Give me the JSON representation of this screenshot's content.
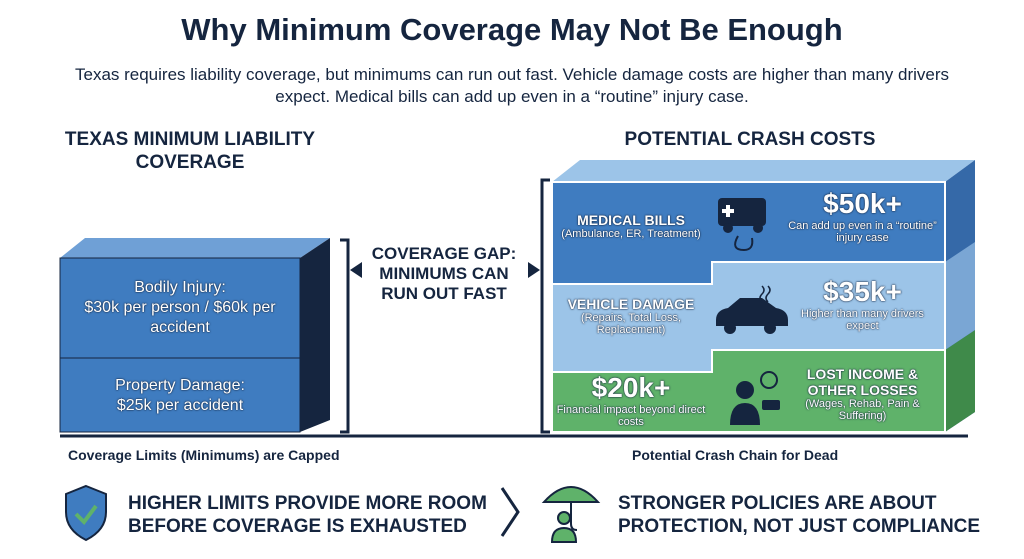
{
  "title": "Why Minimum Coverage May Not Be Enough",
  "subtitle": "Texas requires liability coverage, but minimums can run out fast. Vehicle damage costs are higher than many drivers expect. Medical bills can add up even in a “routine” injury case.",
  "left": {
    "heading": "TEXAS MINIMUM LIABILITY COVERAGE",
    "bodily_injury": {
      "label": "Bodily Injury:",
      "value": "$30k per person / $60k per accident"
    },
    "property_damage": {
      "label": "Property Damage:",
      "value": "$25k per accident"
    },
    "caption": "Coverage Limits (Minimums) are Capped"
  },
  "gap_text": "COVERAGE GAP: MINIMUMS CAN RUN OUT FAST",
  "right": {
    "heading": "POTENTIAL CRASH COSTS",
    "medical": {
      "title": "MEDICAL BILLS",
      "detail": "(Ambulance, ER, Treatment)",
      "amount": "$50k+",
      "note": "Can add up even in a “routine” injury case"
    },
    "vehicle": {
      "title": "VEHICLE DAMAGE",
      "detail": "(Repairs, Total Loss, Replacement)",
      "amount": "$35k+",
      "note": "Higher than many drivers expect"
    },
    "lost": {
      "title": "LOST INCOME & OTHER LOSSES",
      "detail": "(Wages, Rehab, Pain & Suffering)",
      "amount": "$20k+",
      "note": "Financial impact beyond direct costs"
    },
    "caption": "Potential Crash Chain for Dead"
  },
  "bottom": {
    "left": "HIGHER LIMITS PROVIDE MORE ROOM BEFORE COVERAGE IS EXHAUSTED",
    "right": "STRONGER POLICIES ARE ABOUT PROTECTION, NOT JUST COMPLIANCE"
  },
  "colors": {
    "navy": "#15253f",
    "blue": "#3f7cc0",
    "light_blue": "#9cc4e8",
    "green": "#5fb26a"
  }
}
